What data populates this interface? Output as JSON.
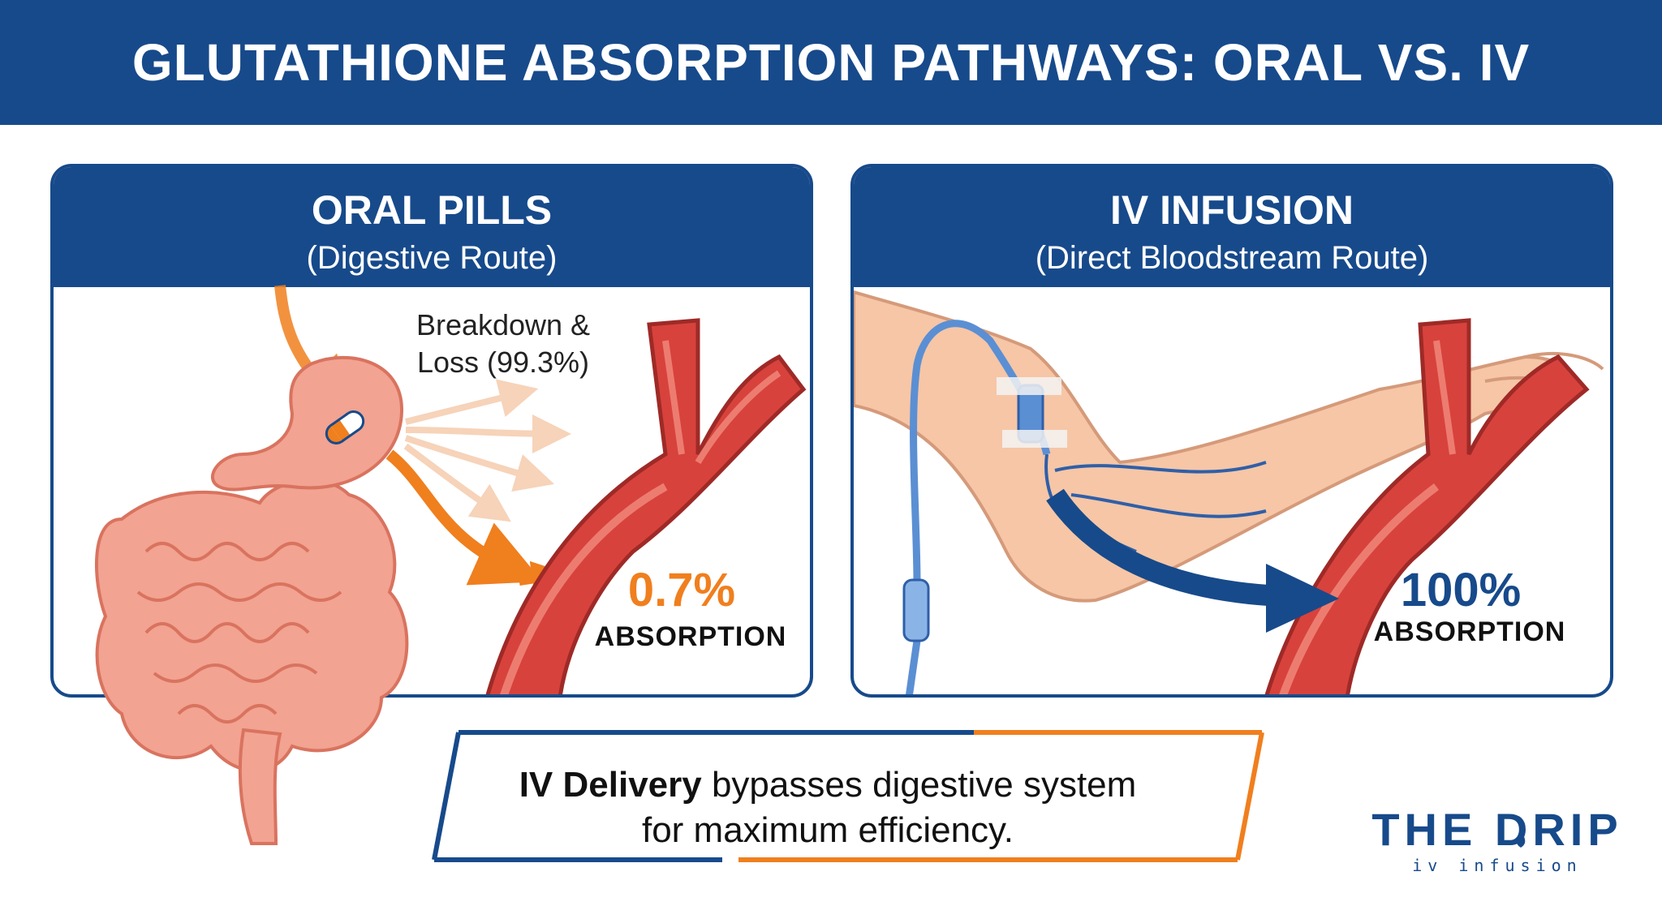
{
  "title": "GLUTATHIONE ABSORPTION PATHWAYS: ORAL VS. IV",
  "oral": {
    "heading": "ORAL PILLS",
    "subheading": "(Digestive Route)",
    "loss_label_line1": "Breakdown &",
    "loss_label_line2": "Loss (99.3%)",
    "absorption_value": "0.7%",
    "absorption_label": "ABSORPTION"
  },
  "iv": {
    "heading": "IV INFUSION",
    "subheading": "(Direct Bloodstream Route)",
    "absorption_value": "100%",
    "absorption_label": "ABSORPTION"
  },
  "summary": {
    "bold": "IV Delivery",
    "rest_line1": " bypasses digestive system",
    "line2": "for maximum efficiency."
  },
  "brand": {
    "name": "THE DRIP",
    "tagline": "iv infusion"
  },
  "colors": {
    "navy": "#174a8b",
    "orange": "#f07f1e",
    "vessel_red": "#d8423c",
    "organ_pink": "#f2a391",
    "skin": "#f6c6a6"
  }
}
